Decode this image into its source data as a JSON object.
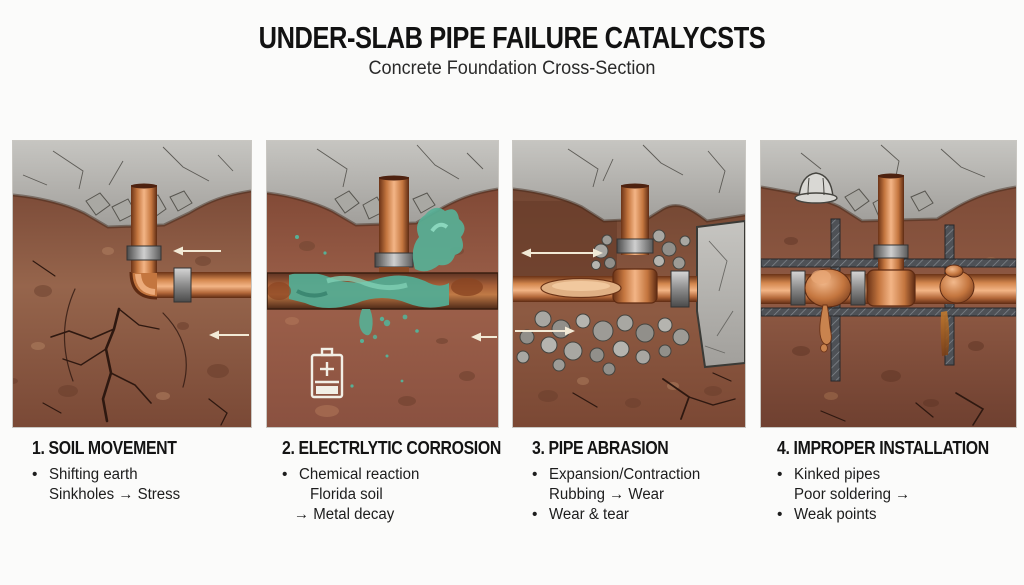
{
  "header": {
    "title": "UNDER-SLAB PIPE FAILURE CATALYCSTS",
    "subtitle": "Concrete Foundation Cross-Section"
  },
  "panels": [
    {
      "id": "soil-movement",
      "heading": "1. SOIL MOVEMENT",
      "illustration": "cracked concrete slab, copper elbow pipe, fractured shifting soil, two left-pointing arrows",
      "lines": [
        {
          "bullet": "•",
          "text": "Shifting earth"
        },
        {
          "bullet": "",
          "text": "Sinkholes → Stress"
        }
      ]
    },
    {
      "id": "electrolytic-corrosion",
      "heading": "2. ELECTRLYTIC CORROSION",
      "illustration": "copper riser joining horizontal pipe covered in teal patina corrosion, battery icon in soil, left arrow",
      "lines": [
        {
          "bullet": "•",
          "text": "Chemical reaction"
        },
        {
          "bullet": "",
          "text": "Florida soil"
        },
        {
          "bullet": "",
          "text": "→ Metal decay"
        }
      ]
    },
    {
      "id": "pipe-abrasion",
      "heading": "3. PIPE ABRASION",
      "illustration": "tee pipe rubbing against gravel and concrete block, worn flat spot on pipe, double-headed and right arrows",
      "lines": [
        {
          "bullet": "•",
          "text": "Expansion/Contraction"
        },
        {
          "bullet": "",
          "text": "Rubbing → Wear"
        },
        {
          "bullet": "•",
          "text": "Wear & tear"
        }
      ]
    },
    {
      "id": "improper-installation",
      "heading": "4. IMPROPER INSTALLATION",
      "illustration": "pipe laid through rebar grid with lumpy solder joints and drips, rust streak, hard hat on slab",
      "lines": [
        {
          "bullet": "•",
          "text": "Kinked pipes"
        },
        {
          "bullet": "",
          "text": "Poor soldering →"
        },
        {
          "bullet": "•",
          "text": "Weak points"
        }
      ]
    }
  ],
  "icons": {
    "battery-icon": "battery outline with + and charge bar (svg shape)",
    "hard-hat-icon": "sketched construction hard hat (svg shape)",
    "arrow-left-icon": "←",
    "arrow-right-icon": "→",
    "arrow-double-icon": "↔"
  },
  "colors": {
    "background": "#fbfbfa",
    "title_text": "#121212",
    "caption_text": "#1d1d1d",
    "concrete": "#b7b6b2",
    "soil": "#8f5c44",
    "soil_crack": "#2e1810",
    "copper": "#c4763f",
    "copper_highlight": "#f3b586",
    "copper_shadow": "#6b3317",
    "coupling_metal": "#8c8c8c",
    "corrosion_teal": "#55ad94",
    "rust": "#a05a2c",
    "gravel": "#a5a4a0",
    "rebar": "#4e5156",
    "arrow": "#f2ead6"
  }
}
